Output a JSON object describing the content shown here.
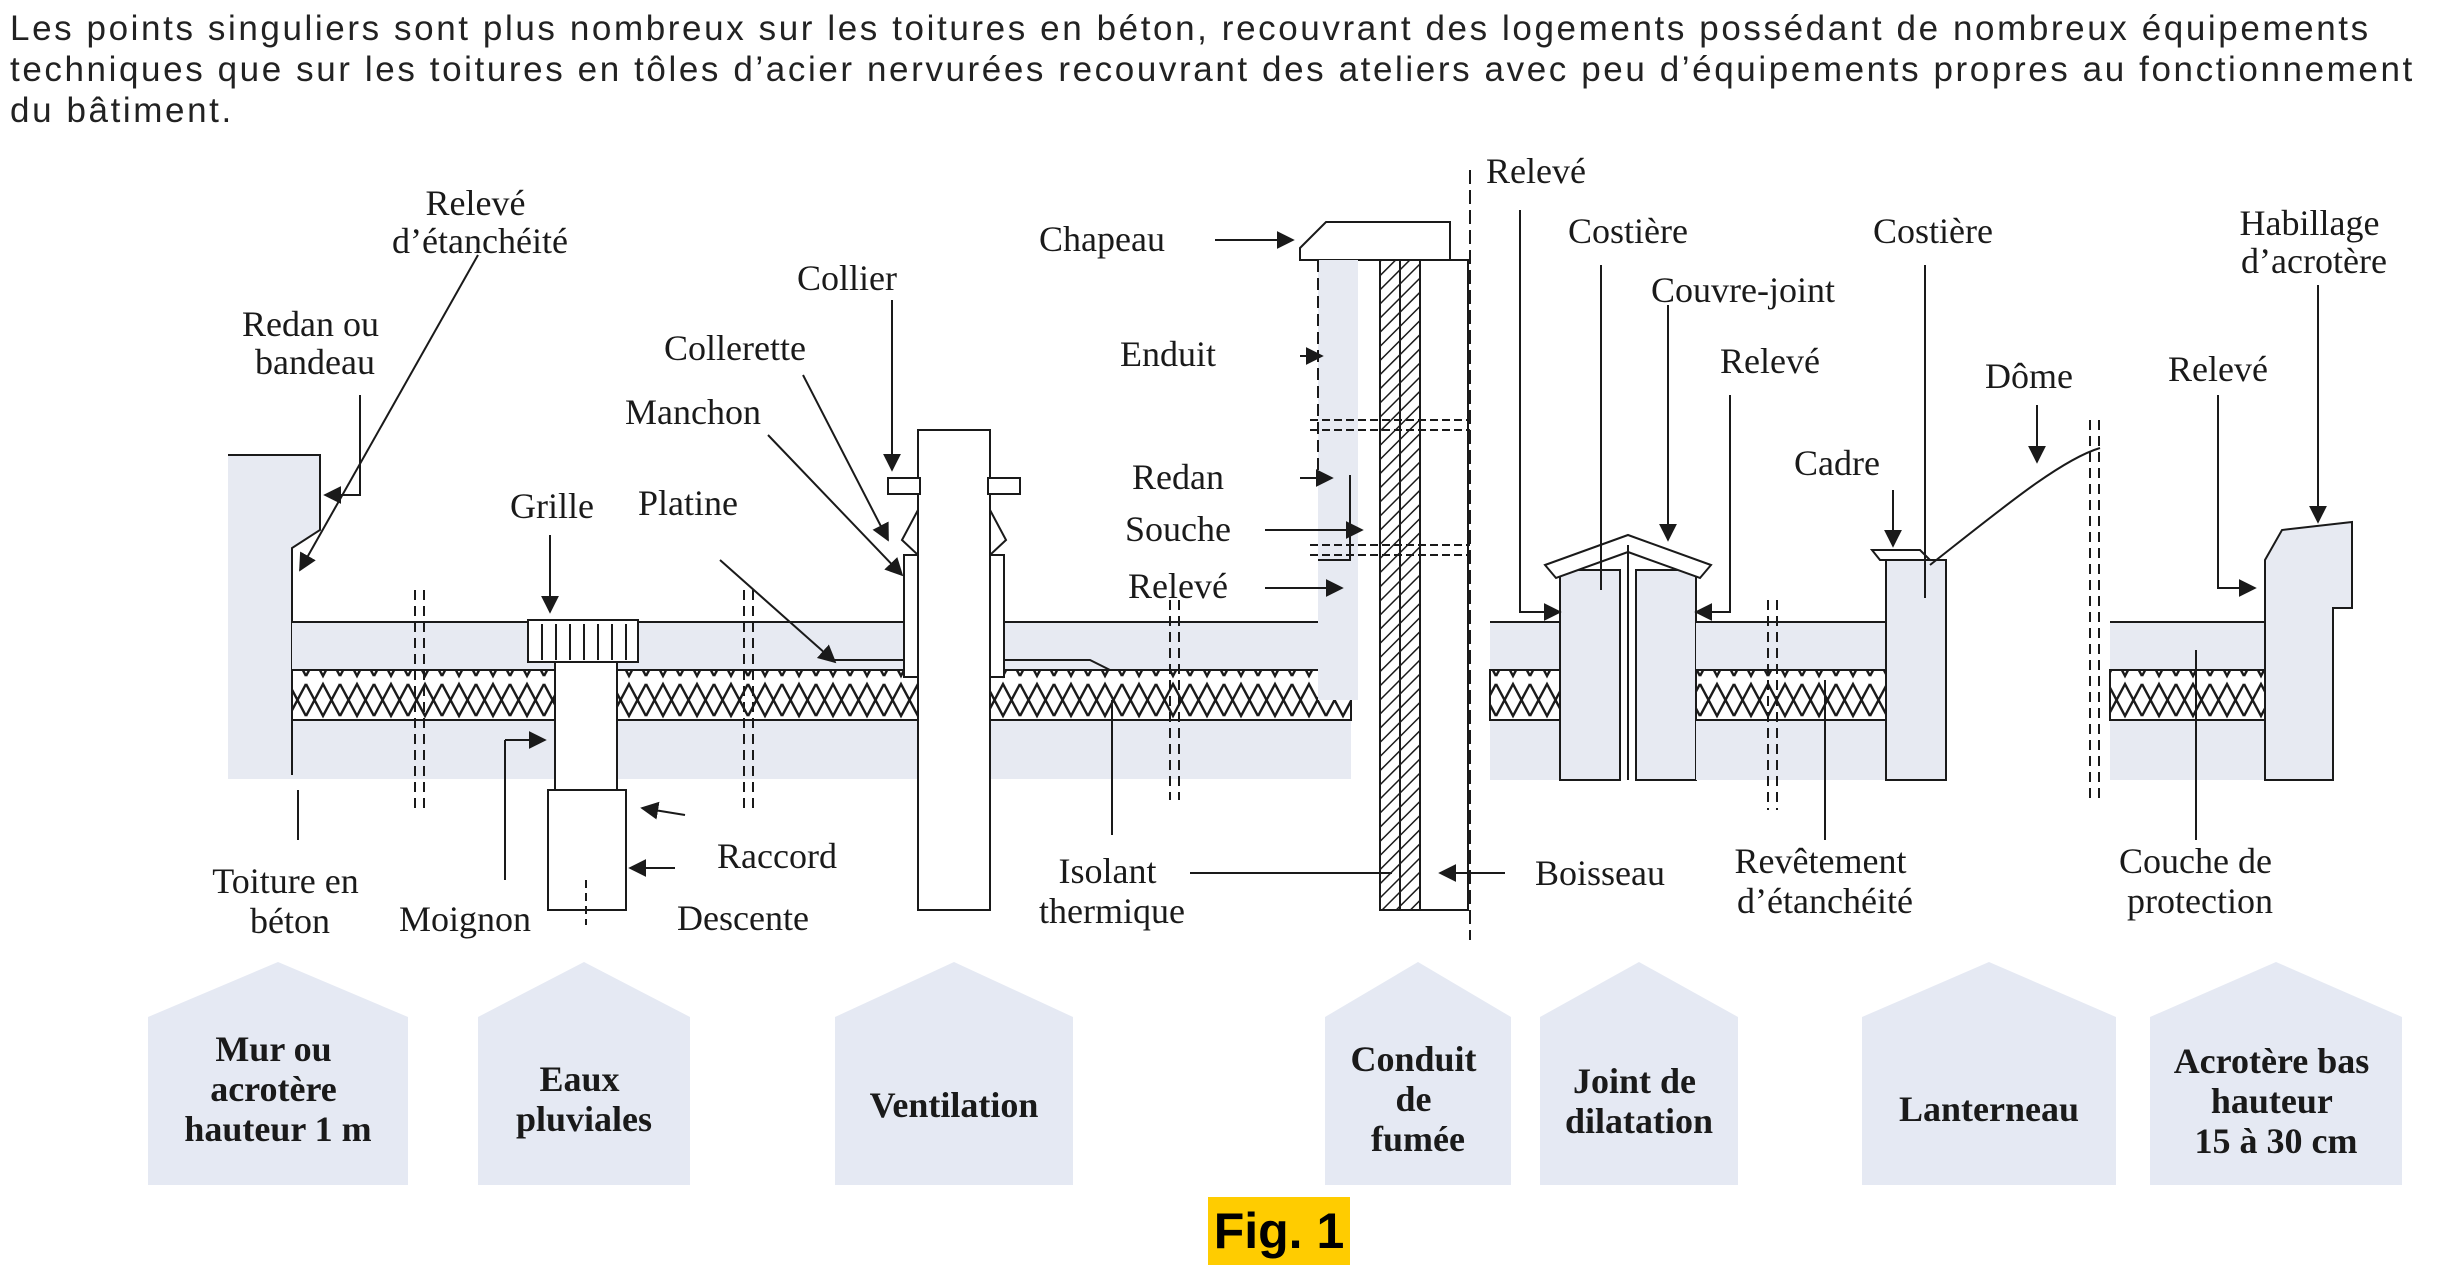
{
  "intro": "Les points singuliers sont plus nombreux sur les toitures en béton, recouvrant des logements possédant de nombreux équipements techniques que sur les toitures en tôles d’acier nervurées recouvrant des ateliers avec peu d’équipements propres au fonctionnement du bâtiment.",
  "labels": {
    "redan_bandeau": [
      "Redan ou",
      "bandeau"
    ],
    "releve_etancheite": [
      "Relevé",
      "d’étanchéité"
    ],
    "grille": "Grille",
    "platine": "Platine",
    "manchon": "Manchon",
    "collerette": "Collerette",
    "collier": "Collier",
    "chapeau": "Chapeau",
    "enduit": "Enduit",
    "redan": "Redan",
    "souche": "Souche",
    "releve_conduit": "Relevé",
    "releve_top": "Relevé",
    "costiere_1": "Costière",
    "costiere_2": "Costière",
    "couvre_joint": "Couvre-joint",
    "releve_joint": "Relevé",
    "cadre": "Cadre",
    "dome": "Dôme",
    "habillage": [
      "Habillage",
      "d’acrotère"
    ],
    "releve_acrotere": "Relevé",
    "toiture_beton": [
      "Toiture en",
      "béton"
    ],
    "moignon": "Moignon",
    "raccord": "Raccord",
    "descente": "Descente",
    "isolant": [
      "Isolant",
      "thermique"
    ],
    "boisseau": "Boisseau",
    "revetement": [
      "Revêtement",
      "d’étanchéité"
    ],
    "couche_protection": [
      "Couche de",
      "protection"
    ]
  },
  "categories": [
    [
      "Mur ou",
      "acrotère",
      "hauteur 1 m"
    ],
    [
      "Eaux",
      "pluviales"
    ],
    [
      "Ventilation"
    ],
    [
      "Conduit",
      "de",
      "fumée"
    ],
    [
      "Joint de",
      "dilatation"
    ],
    [
      "Lanterneau"
    ],
    [
      "Acrotère bas",
      "hauteur",
      "15 à 30 cm"
    ]
  ],
  "figure_label": "Fig. 1",
  "colors": {
    "fill": "#e7eaf2",
    "pentagon": "#e5e9f3",
    "line": "#1a1a1a",
    "highlight": "#ffcc00"
  }
}
